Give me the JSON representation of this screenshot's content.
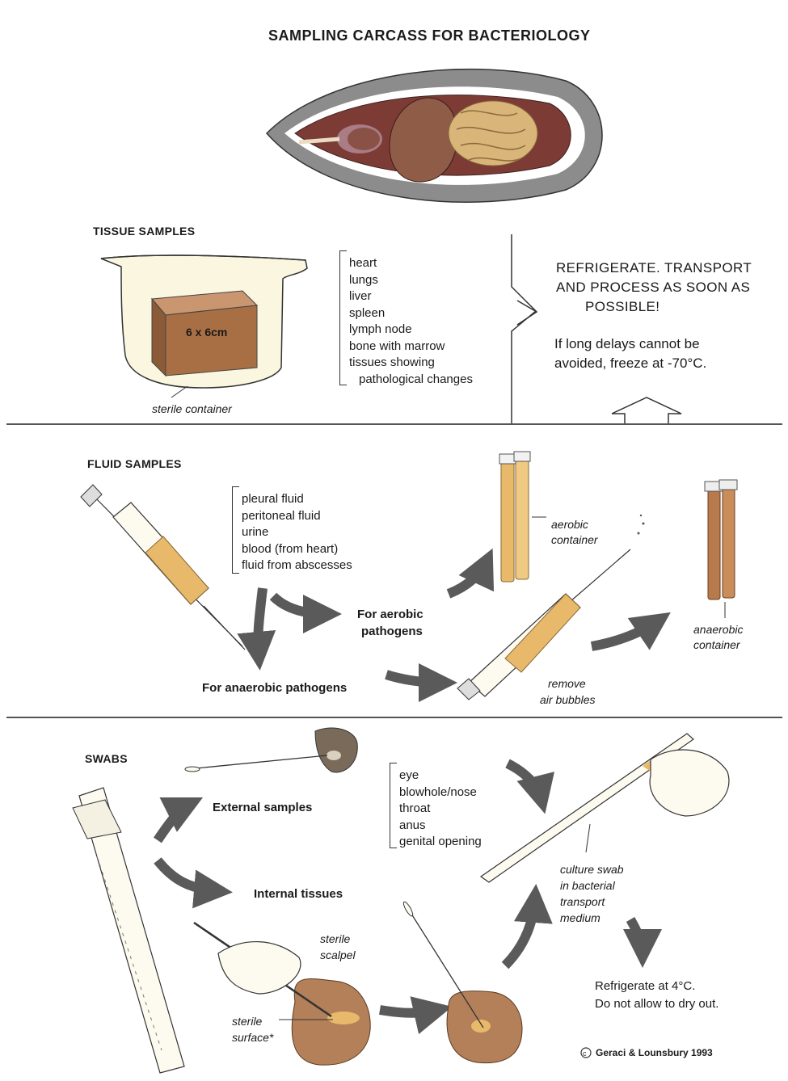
{
  "title": "SAMPLING CARCASS FOR BACTERIOLOGY",
  "tissue": {
    "heading": "TISSUE SAMPLES",
    "block_label": "6 x 6cm",
    "container_label": "sterile container",
    "items": [
      "heart",
      "lungs",
      "liver",
      "spleen",
      "lymph node",
      "bone with marrow",
      "tissues showing",
      "pathological changes"
    ]
  },
  "note": {
    "line1": "REFRIGERATE. TRANSPORT",
    "line2": "AND PROCESS AS SOON AS",
    "line3": "POSSIBLE!",
    "line4": "If long delays cannot be",
    "line5": "avoided, freeze at  -70°C."
  },
  "fluid": {
    "heading": "FLUID SAMPLES",
    "items": [
      "pleural fluid",
      "peritoneal fluid",
      "urine",
      "blood (from heart)",
      "fluid from abscesses"
    ],
    "aerobic_label": "For aerobic pathogens",
    "aerobic_line1": "For aerobic",
    "aerobic_line2": "pathogens",
    "anaerobic_label": "For anaerobic pathogens",
    "aerobic_container_line1": "aerobic",
    "aerobic_container_line2": "container",
    "anaerobic_container_line1": "anaerobic",
    "anaerobic_container_line2": "container",
    "bubbles_line1": "remove",
    "bubbles_line2": "air bubbles"
  },
  "swabs": {
    "heading": "SWABS",
    "external": "External samples",
    "internal": "Internal tissues",
    "items": [
      "eye",
      "blowhole/nose",
      "throat",
      "anus",
      "genital opening"
    ],
    "culture_line1": "culture swab",
    "culture_line2": "in bacterial",
    "culture_line3": "transport",
    "culture_line4": "medium",
    "scalpel_line1": "sterile",
    "scalpel_line2": "scalpel",
    "surface_line1": "sterile",
    "surface_line2": "surface*",
    "refrigerate_line1": "Refrigerate at 4°C.",
    "refrigerate_line2": "Do not allow to dry out."
  },
  "credit": "Geraci & Lounsbury 1993",
  "colors": {
    "tissue_brown": "#a86f45",
    "fluid_amber": "#e8b96a",
    "arrow_gray": "#5a5a5a",
    "organ_red": "#8a4a3c"
  }
}
